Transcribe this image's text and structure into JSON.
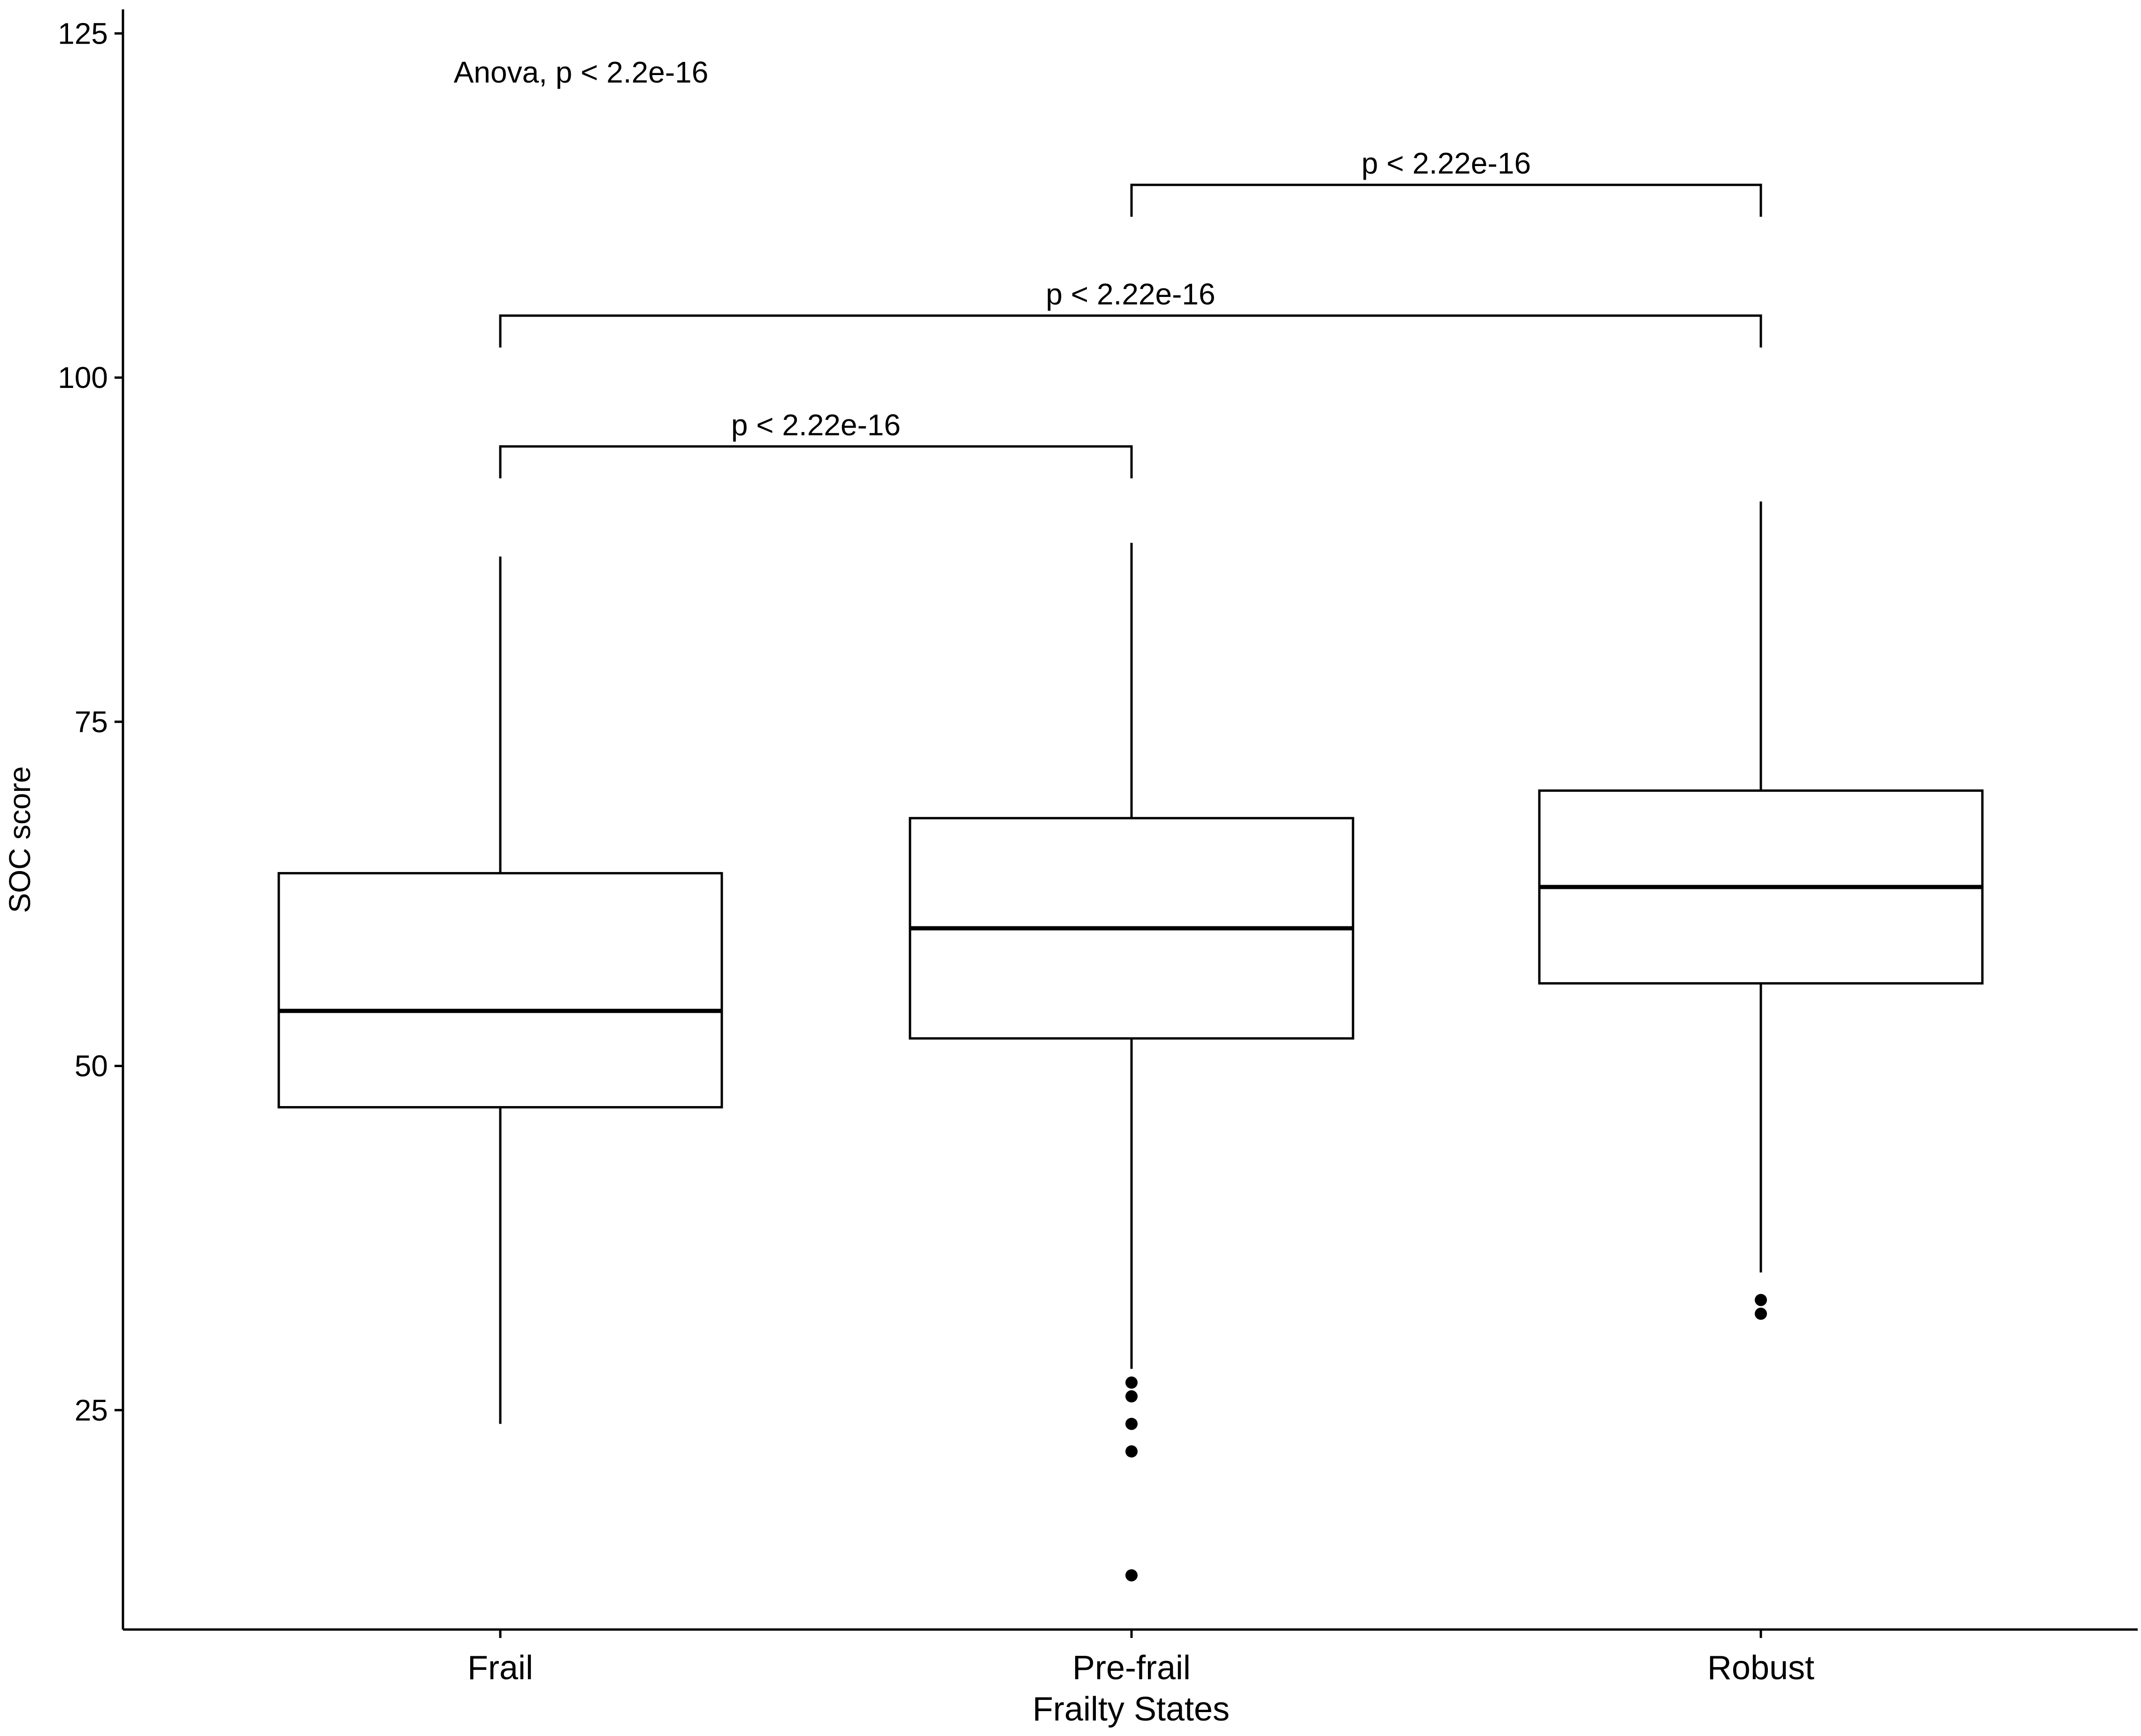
{
  "chart_data": {
    "type": "boxplot",
    "title": "",
    "xlabel": "Frailty States",
    "ylabel": "SOC score",
    "ylim": [
      8,
      126
    ],
    "yticks": [
      25,
      50,
      75,
      100,
      125
    ],
    "grid": false,
    "legend": "none",
    "categories": [
      "Frail",
      "Pre-frail",
      "Robust"
    ],
    "boxes": [
      {
        "category": "Frail",
        "whisker_low": 24,
        "q1": 47,
        "median": 54,
        "q3": 64,
        "whisker_high": 87,
        "outliers": []
      },
      {
        "category": "Pre-frail",
        "whisker_low": 28,
        "q1": 52,
        "median": 60,
        "q3": 68,
        "whisker_high": 88,
        "outliers": [
          27,
          26,
          24,
          22,
          13
        ]
      },
      {
        "category": "Robust",
        "whisker_low": 35,
        "q1": 56,
        "median": 63,
        "q3": 70,
        "whisker_high": 91,
        "outliers": [
          33,
          32
        ]
      }
    ],
    "annotations": {
      "global_test": "Anova, p < 2.2e-16",
      "comparisons": [
        {
          "from": "Pre-frail",
          "to": "Robust",
          "y": 114,
          "label": "p < 2.22e-16"
        },
        {
          "from": "Frail",
          "to": "Robust",
          "y": 104.5,
          "label": "p < 2.22e-16"
        },
        {
          "from": "Frail",
          "to": "Pre-frail",
          "y": 95,
          "label": "p < 2.22e-16"
        }
      ]
    },
    "colors": {
      "line": "#000000",
      "fill": "#ffffff",
      "background": "#ffffff"
    }
  }
}
